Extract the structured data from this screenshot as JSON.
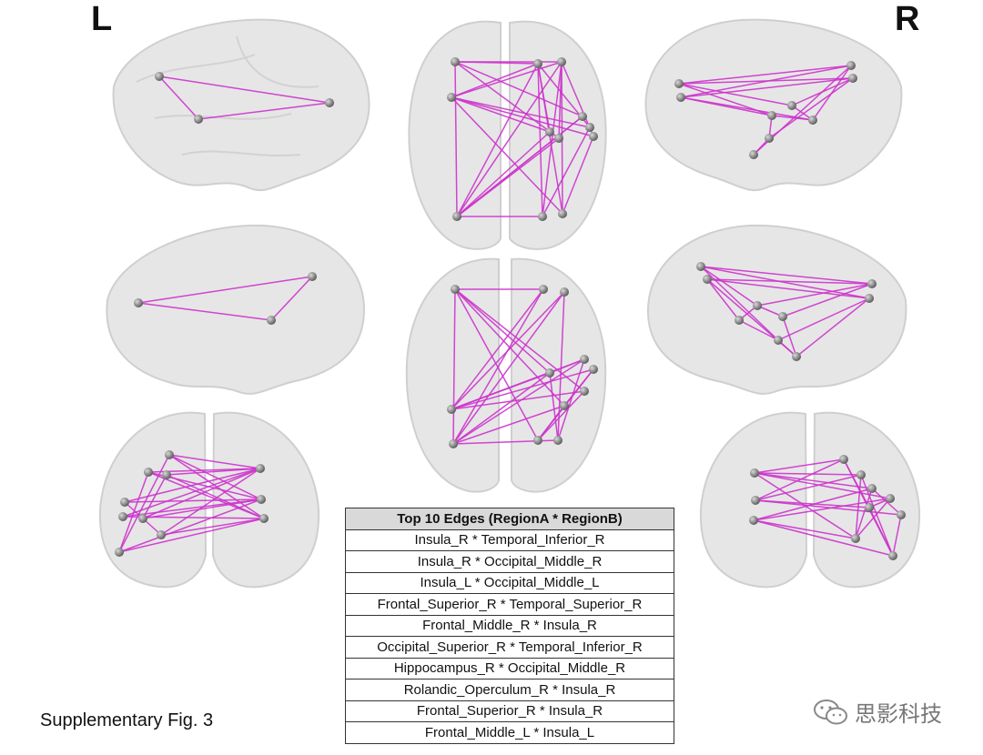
{
  "figure": {
    "left_label": "L",
    "right_label": "R",
    "caption": "Supplementary Fig. 3",
    "edge_color": "#cc33cc",
    "node_color": "#8a8a8a",
    "brain_color": "#dcdcdc"
  },
  "table": {
    "header": "Top 10 Edges (RegionA * RegionB)",
    "rows": [
      "Insula_R * Temporal_Inferior_R",
      "Insula_R * Occipital_Middle_R",
      "Insula_L * Occipital_Middle_L",
      "Frontal_Superior_R * Temporal_Superior_R",
      "Frontal_Middle_R * Insula_R",
      "Occipital_Superior_R * Temporal_Inferior_R",
      "Hippocampus_R * Occipital_Middle_R",
      "Rolandic_Operculum_R * Insula_R",
      "Frontal_Superior_R * Insula_R",
      "Frontal_Middle_L * Insula_L"
    ]
  },
  "watermark": {
    "text": "思影科技",
    "icon": "wechat-icon"
  }
}
